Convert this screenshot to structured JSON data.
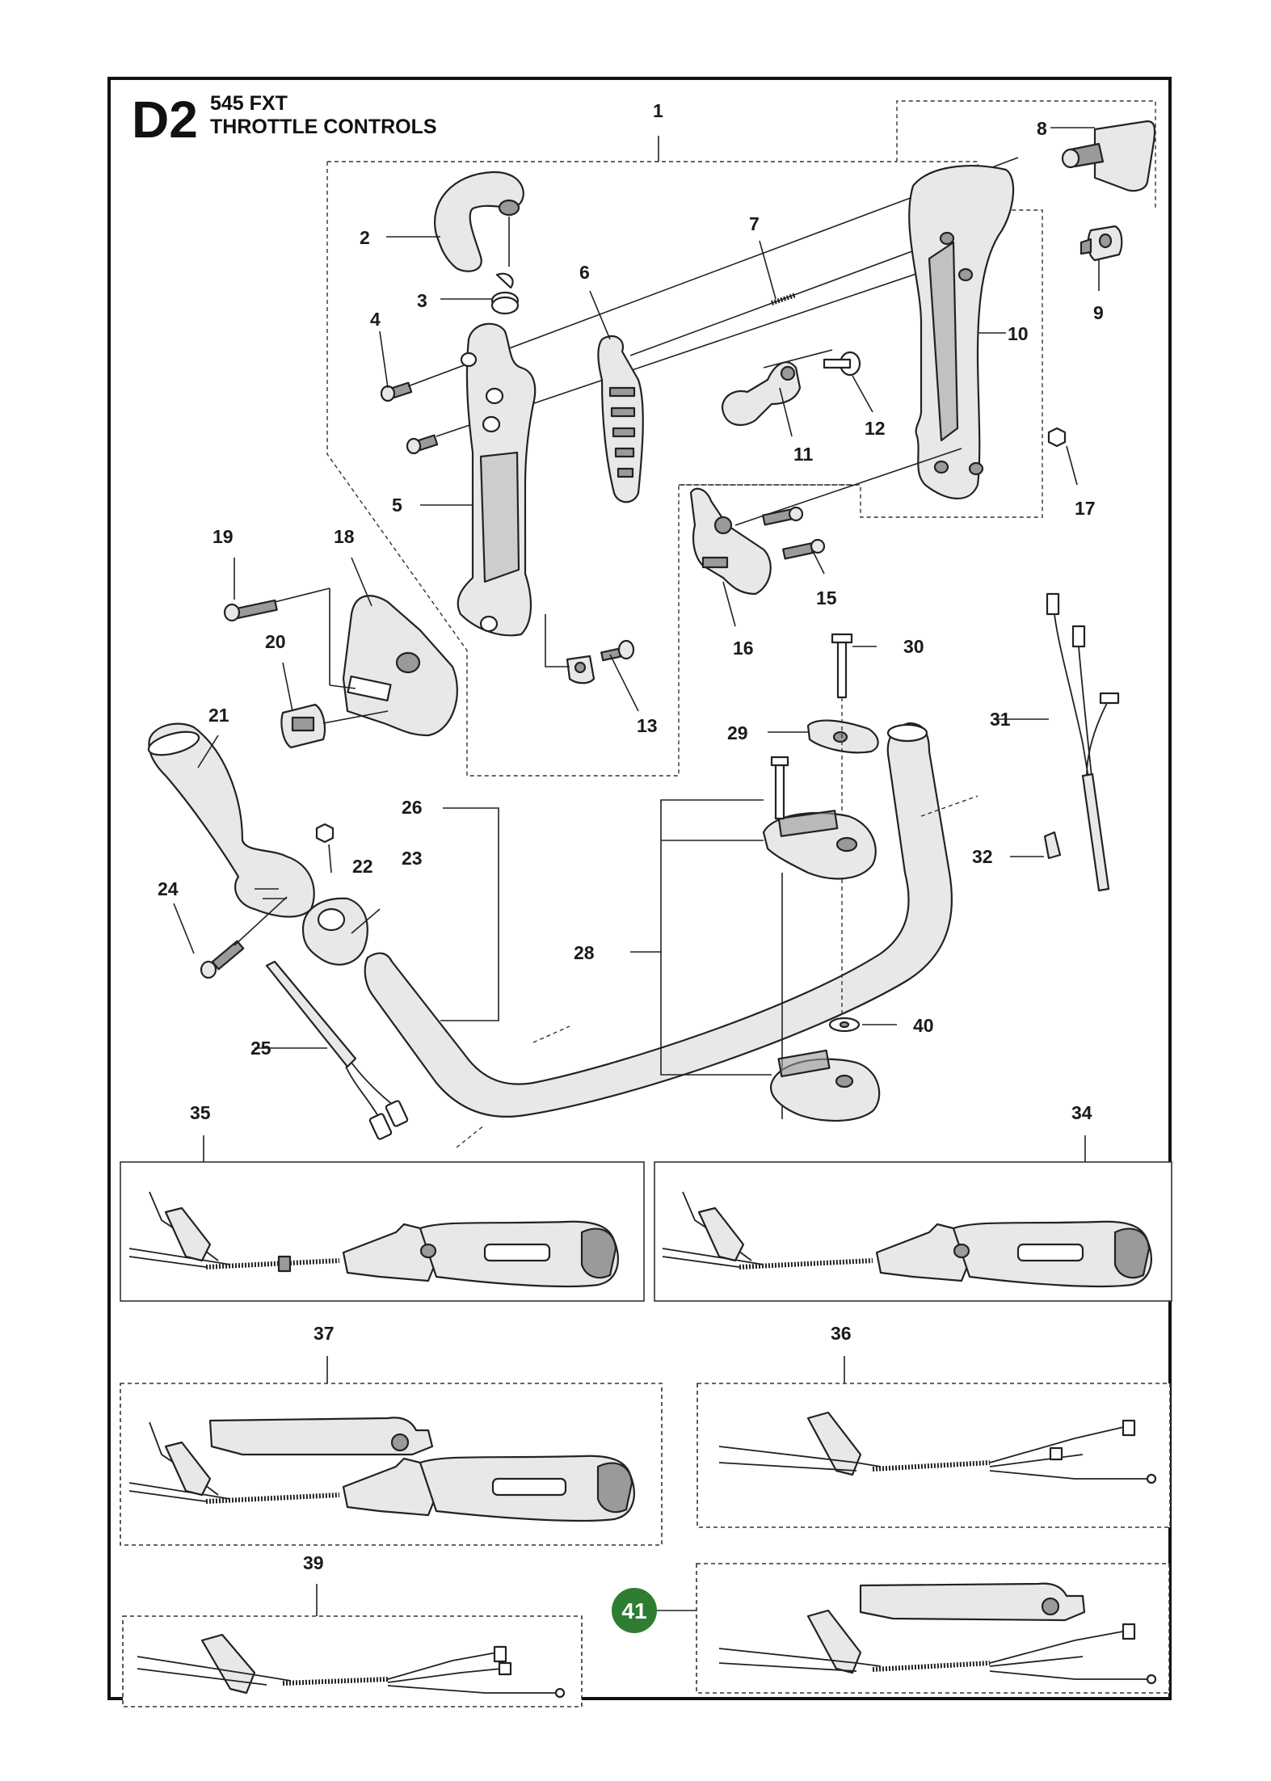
{
  "section": {
    "code": "D2",
    "model": "545 FXT",
    "title": "THROTTLE CONTROLS"
  },
  "callouts": [
    "1",
    "2",
    "3",
    "4",
    "5",
    "6",
    "7",
    "8",
    "9",
    "10",
    "11",
    "12",
    "13",
    "15",
    "16",
    "17",
    "18",
    "19",
    "20",
    "21",
    "22",
    "23",
    "24",
    "25",
    "26",
    "28",
    "29",
    "30",
    "31",
    "32",
    "34",
    "35",
    "36",
    "37",
    "39",
    "40",
    "41"
  ],
  "highlight": {
    "label": "41",
    "color": "#2e7d32"
  },
  "colors": {
    "frame": "#111111",
    "line": "#222222",
    "part_fill": "#e8e8e8",
    "part_dark": "#9a9a9a"
  }
}
